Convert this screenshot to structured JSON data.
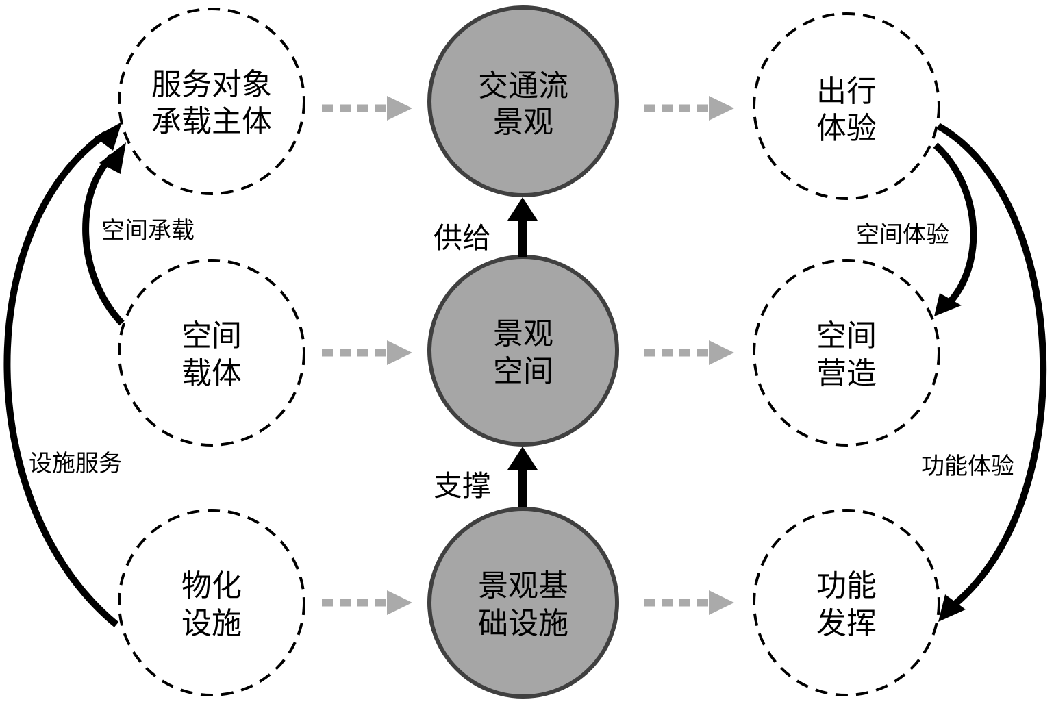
{
  "colors": {
    "core_fill": "#a6a6a6",
    "core_stroke": "#404040",
    "dashed_stroke": "#000000",
    "flow_arrow": "#aaaaaa",
    "solid_arrow": "#000000"
  },
  "nodes": {
    "left_top": {
      "lines": [
        "服务对象",
        "承载主体"
      ]
    },
    "left_mid": {
      "lines": [
        "空间",
        "载体"
      ]
    },
    "left_bot": {
      "lines": [
        "物化",
        "设施"
      ]
    },
    "center_top": {
      "lines": [
        "交通流",
        "景观"
      ]
    },
    "center_mid": {
      "lines": [
        "景观",
        "空间"
      ]
    },
    "center_bot": {
      "lines": [
        "景观基",
        "础设施"
      ]
    },
    "right_top": {
      "lines": [
        "出行",
        "体验"
      ]
    },
    "right_mid": {
      "lines": [
        "空间",
        "营造"
      ]
    },
    "right_bot": {
      "lines": [
        "功能",
        "发挥"
      ]
    }
  },
  "labels": {
    "supply": "供给",
    "support": "支撑",
    "space_carry": "空间承载",
    "facility_service": "设施服务",
    "space_experience": "空间体验",
    "function_experience": "功能体验"
  }
}
